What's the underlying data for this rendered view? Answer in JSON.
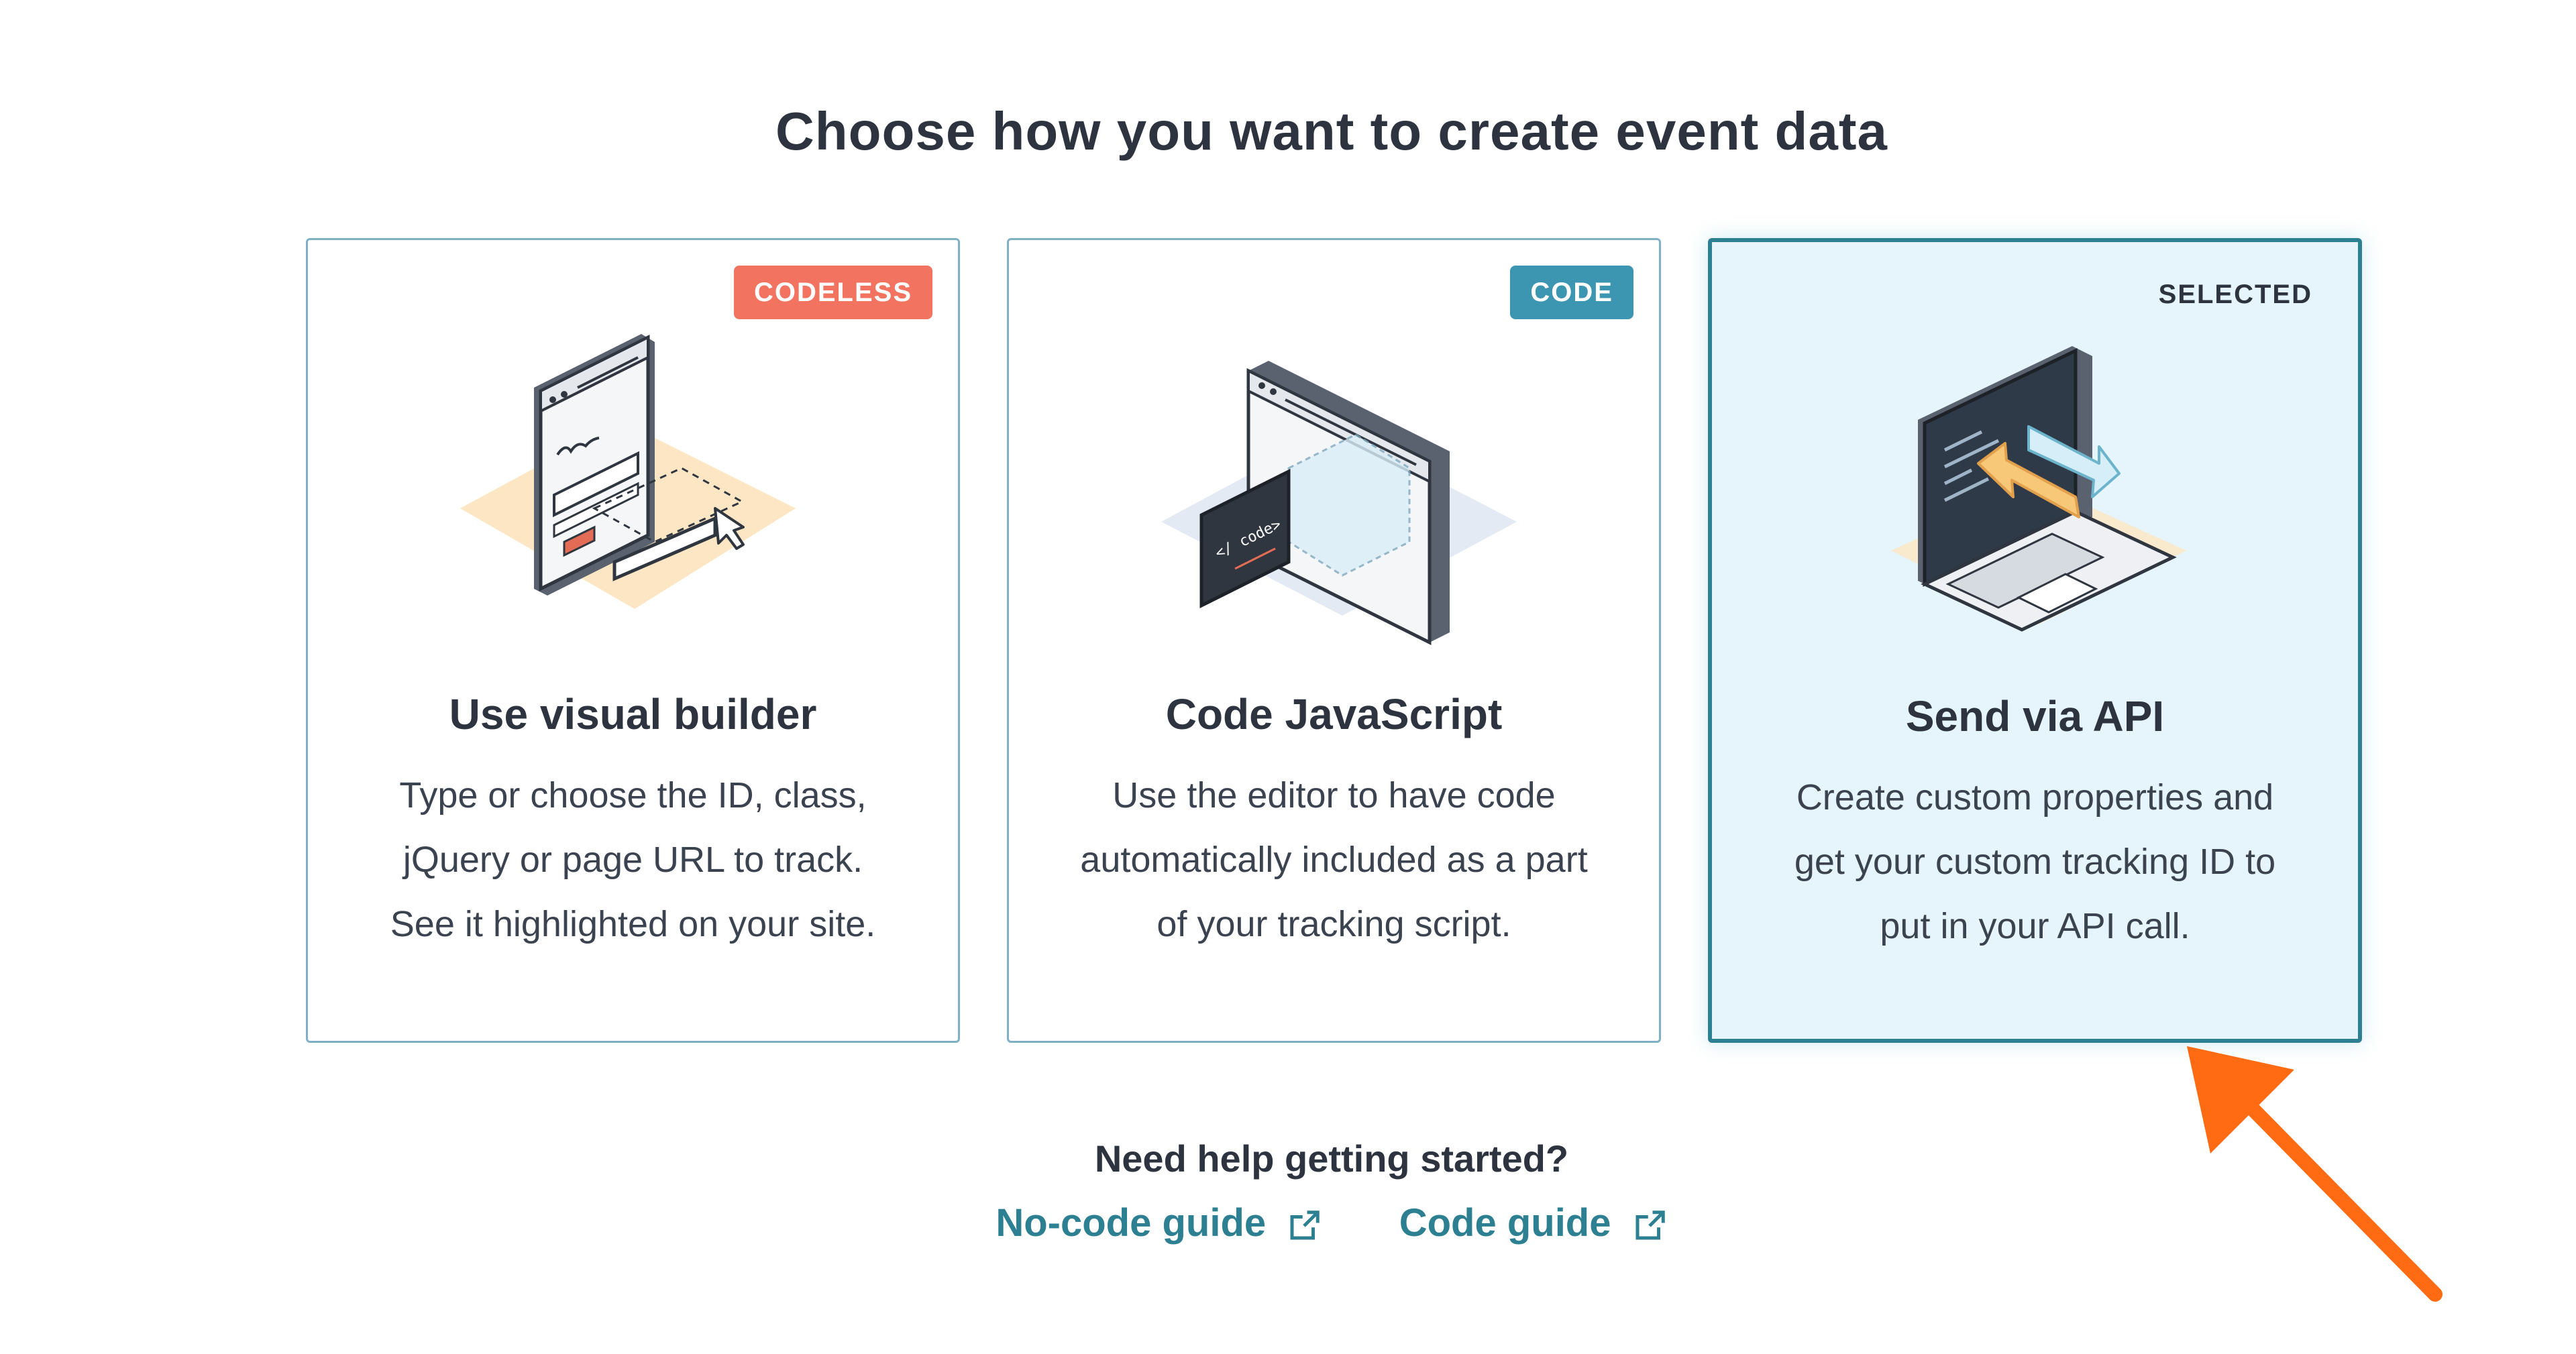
{
  "page_title": "Choose how you want to create event data",
  "cards": [
    {
      "tag": "CODELESS",
      "title": "Use visual builder",
      "description_lines": [
        "Type or choose the ID, class,",
        "jQuery or page URL to track.",
        "See it highlighted on your site."
      ]
    },
    {
      "tag": "CODE",
      "title": "Code JavaScript",
      "description_lines": [
        "Use the editor to have code",
        "automatically included as a part",
        "of your tracking script."
      ]
    },
    {
      "tag": "SELECTED",
      "title": "Send via API",
      "description_lines": [
        "Create custom properties and",
        "get your custom tracking ID to",
        "put in your API call."
      ]
    }
  ],
  "help": {
    "title": "Need help getting started?",
    "links": [
      {
        "label": "No-code guide",
        "icon": "external-link-icon"
      },
      {
        "label": "Code guide",
        "icon": "external-link-icon"
      }
    ]
  },
  "colors": {
    "codeless_tag": "#f27460",
    "code_tag": "#3d96b1",
    "link": "#2d7f92",
    "selected_bg": "#e5f5fb",
    "annotation_arrow": "#ff6b12"
  }
}
